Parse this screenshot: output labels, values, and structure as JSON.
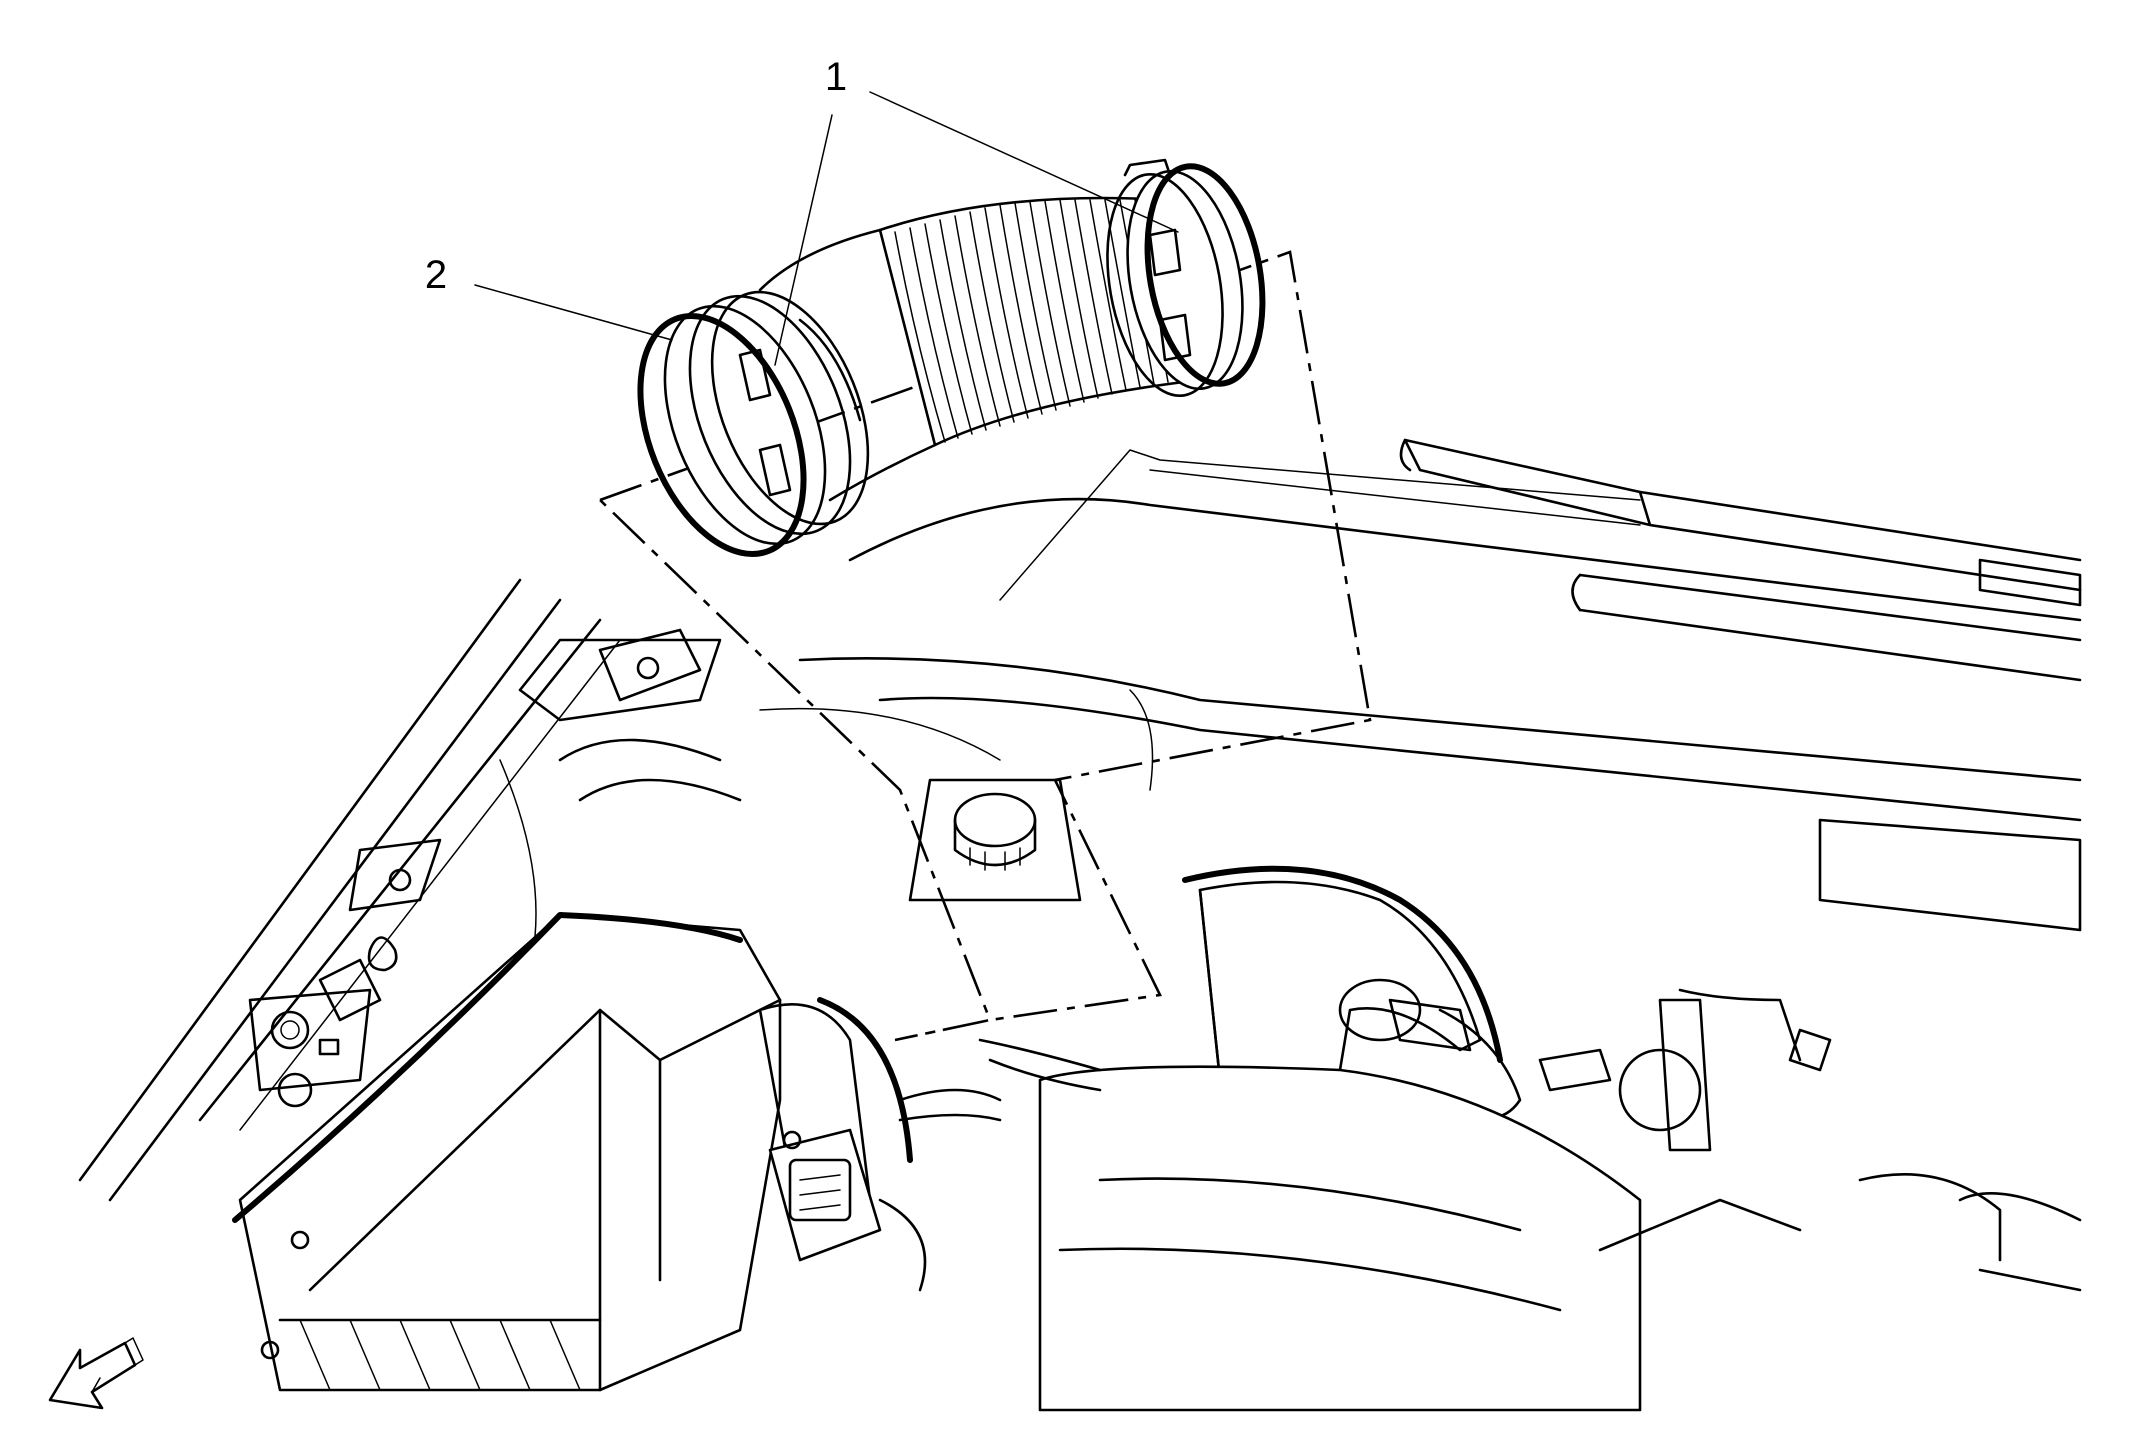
{
  "callouts": [
    {
      "id": "1",
      "label": "1"
    },
    {
      "id": "2",
      "label": "2"
    }
  ],
  "icons": {
    "orientation": "view-direction-arrow-icon"
  }
}
